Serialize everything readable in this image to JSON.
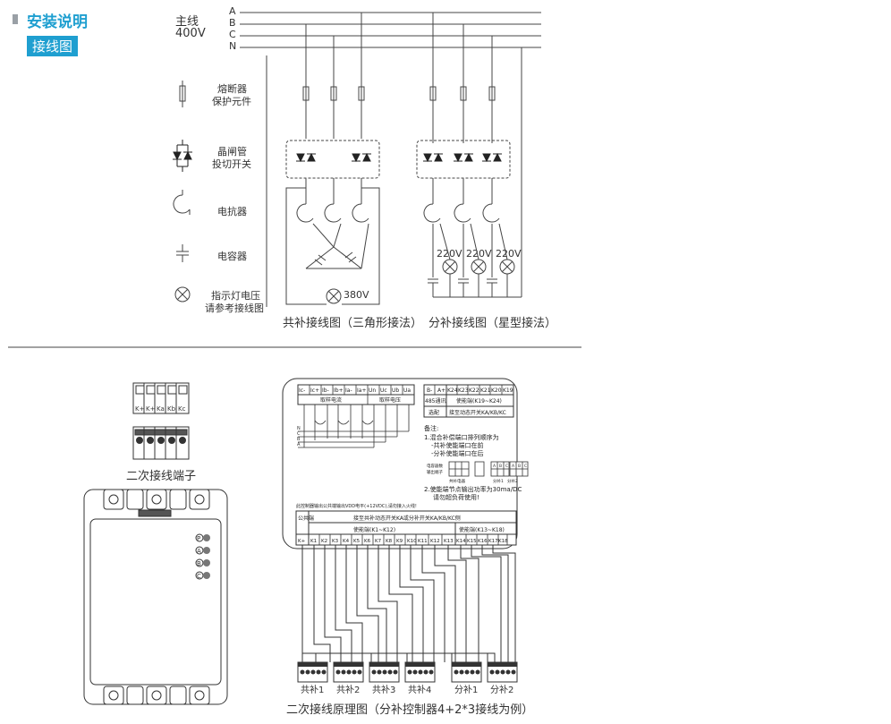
{
  "header": {
    "title": "安装说明",
    "subtitle": "接线图"
  },
  "main_line": {
    "label_line1": "主线",
    "label_line2": "400V",
    "phases": [
      "A",
      "B",
      "C",
      "N"
    ]
  },
  "legend": [
    {
      "icon": "fuse-icon",
      "line1": "熔断器",
      "line2": "保护元件"
    },
    {
      "icon": "thyristor-icon",
      "line1": "晶闸管",
      "line2": "投切开关"
    },
    {
      "icon": "reactor-icon",
      "line1": "电抗器",
      "line2": ""
    },
    {
      "icon": "capacitor-icon",
      "line1": "电容器",
      "line2": ""
    },
    {
      "icon": "indicator-lamp-icon",
      "line1": "指示灯电压",
      "line2": "请参考接线图"
    }
  ],
  "diagram_labels": {
    "delta_voltage": "380V",
    "star_voltages": [
      "220V",
      "220V",
      "220V"
    ],
    "delta_caption": "共补接线图（三角形接法）",
    "star_caption": "分补接线图（星型接法）"
  },
  "terminal": {
    "labels": [
      "K+",
      "K+",
      "Ka",
      "Kb",
      "Kc"
    ],
    "caption": "二次接线端子"
  },
  "controller": {
    "top_terminals": [
      "Ic-",
      "Ic+",
      "Ib-",
      "Ib+",
      "Ia-",
      "Ia+",
      "Un",
      "Uc",
      "Ub",
      "Ua"
    ],
    "top_groups": [
      "取样电流",
      "取样电压"
    ],
    "comm_terminals": [
      "B-",
      "A+"
    ],
    "comm_label": "485通讯",
    "comm_sub": "选配",
    "enable_top": [
      "K24",
      "K23",
      "K22",
      "K21",
      "K20",
      "K19"
    ],
    "enable_top_label": "使能端(K19~K24)",
    "enable_top_sub": "接至动态开关KA/KB/KC",
    "notes_title": "备注:",
    "notes": [
      "1.混合补偿端口排列顺序为",
      "-共补使能端口在前",
      "-分补使能端口在后",
      "2.使能端节点输出功率为30ma/DC",
      "请勿超负荷使用!"
    ],
    "mini_labels": [
      "电容器数",
      "输出端子",
      "共补电器",
      "分补1",
      "分补2"
    ],
    "mini_abc": [
      "A",
      "B",
      "C"
    ],
    "warning": "此控制器输出公共端输出VDD电平(+12VDC),请勿接入火线!",
    "common_label": "公共端",
    "bottom_header": "接至共补动态开关KA或分补开关KA/KB/KC侧",
    "bottom_group1": "使能端(K1~K12)",
    "bottom_group2": "使能端(K13~K18)",
    "bottom_terminals": [
      "K+",
      "K1",
      "K2",
      "K3",
      "K4",
      "K5",
      "K6",
      "K7",
      "K8",
      "K9",
      "K10",
      "K11",
      "K12",
      "K13",
      "K14",
      "K15",
      "K16",
      "K17",
      "K18"
    ],
    "abc_labels": [
      "N",
      "C",
      "B",
      "A"
    ]
  },
  "switch_groups": [
    "共补1",
    "共补2",
    "共补3",
    "共补4",
    "分补1",
    "分补2"
  ],
  "schematic_caption": "二次接线原理图（分补控制器4+2*3接线为例）",
  "device_leds": [
    "P",
    "A",
    "B",
    "C"
  ]
}
